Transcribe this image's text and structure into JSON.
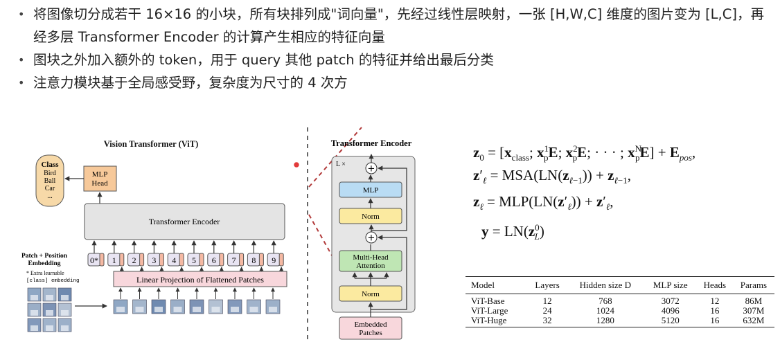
{
  "bullets": [
    "将图像切分成若干 16×16 的小块，所有块排列成\"词向量\"，先经过线性层映射，一张 [H,W,C] 维度的图片变为 [L,C]，再经多层 Transformer Encoder 的计算产生相应的特征向量",
    "图块之外加入额外的 token，用于 query 其他 patch 的特征并给出最后分类",
    "注意力模块基于全局感受野，复杂度为尺寸的 4 次方"
  ],
  "bullet_marker": "•",
  "vit": {
    "title": "Vision Transformer (ViT)",
    "class_title": "Class",
    "classes": [
      "Bird",
      "Ball",
      "Car",
      "..."
    ],
    "mlp_head": [
      "MLP",
      "Head"
    ],
    "encoder": "Transformer Encoder",
    "embed_label": [
      "Patch + Position",
      "Embedding"
    ],
    "footnote": [
      "* Extra learnable",
      "[class] embedding"
    ],
    "tokens": [
      "0*",
      "1",
      "2",
      "3",
      "4",
      "5",
      "6",
      "7",
      "8",
      "9"
    ],
    "linear_proj": "Linear Projection of Flattened Patches"
  },
  "encoder_block": {
    "title": "Transformer Encoder",
    "repeat": "L ×",
    "mlp": "MLP",
    "norm_top": "Norm",
    "mha": [
      "Multi-Head",
      "Attention"
    ],
    "norm_bottom": "Norm",
    "embedded": [
      "Embedded",
      "Patches"
    ],
    "plus": "+"
  },
  "equations": [
    {
      "lhs": "z",
      "lhs_sub": "0",
      "rhs": "= [x_class; x_p^1 E; x_p^2 E; ··· ; x_p^N E] + E_pos,"
    },
    {
      "lhs": "z′",
      "lhs_sub": "ℓ",
      "rhs": "= MSA(LN(z_ℓ−1)) + z_ℓ−1,"
    },
    {
      "lhs": "z",
      "lhs_sub": "ℓ",
      "rhs": "= MLP(LN(z′_ℓ)) + z′_ℓ,"
    },
    {
      "lhs": "y",
      "lhs_sub": "",
      "rhs": "= LN(z_L^0)"
    }
  ],
  "table": {
    "headers": [
      "Model",
      "Layers",
      "Hidden size D",
      "MLP size",
      "Heads",
      "Params"
    ],
    "rows": [
      [
        "ViT-Base",
        "12",
        "768",
        "3072",
        "12",
        "86M"
      ],
      [
        "ViT-Large",
        "24",
        "1024",
        "4096",
        "16",
        "307M"
      ],
      [
        "ViT-Huge",
        "32",
        "1280",
        "5120",
        "16",
        "632M"
      ]
    ]
  },
  "colors": {
    "class_box": "#f7d9a8",
    "mlp_head": "#f7c99a",
    "encoder_gray": "#e4e4e4",
    "linear_proj": "#f8d7dc",
    "mlp_blue": "#b9dcf4",
    "norm_yellow": "#fbeaa0",
    "mha_green": "#bfe6b4",
    "token_purple": "#e8e4f2",
    "dashed_red": "#b23a3a"
  }
}
